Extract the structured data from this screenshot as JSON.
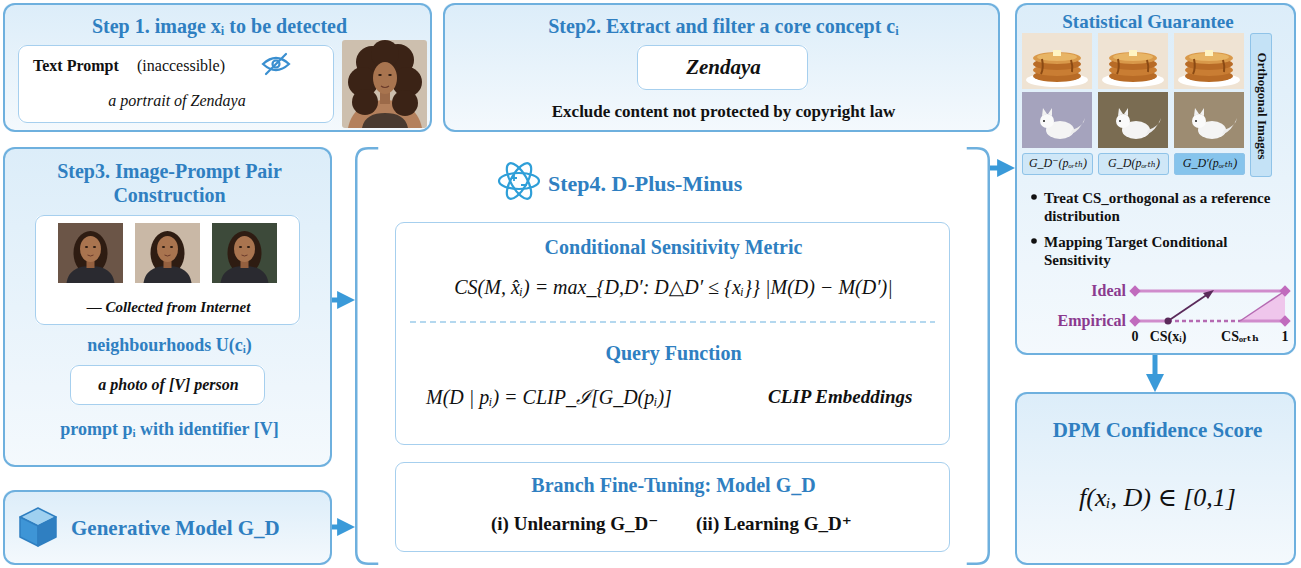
{
  "diagram": {
    "nodes": [
      {
        "text": [
          "Step 1. image xᵢ to be detected"
        ]
      },
      {
        "text": [
          "Text Prompt",
          "(inaccessible)",
          "a portrait of Zendaya"
        ],
        "in": 0
      },
      {
        "text": [
          "Step2. Extract and filter a core concept cᵢ",
          "Exclude content not protected by copyright law"
        ]
      },
      {
        "text": [
          "Zendaya"
        ],
        "in": 2
      },
      {
        "text": [
          "Statistical Guarantee",
          "Treat CS_orthogonal as a reference distribution",
          "Mapping Target Conditional Sensitivity"
        ]
      },
      {
        "text": [
          "Orthogonal Images"
        ],
        "in": 4
      },
      {
        "text": [
          "G_D⁻(pₒᵣₜₕ)"
        ],
        "in": 4
      },
      {
        "text": [
          "G_D(pₒᵣₜₕ)"
        ],
        "in": 4
      },
      {
        "text": [
          "G_D′(pₒᵣₜₕ)"
        ],
        "in": 4
      },
      {
        "text": [
          "Step3. Image-Prompt Pair Construction",
          "neighbourhoods U(cᵢ)",
          "prompt pᵢ with identifier [V]"
        ]
      },
      {
        "text": [
          "— Collected from Internet"
        ],
        "in": 9
      },
      {
        "text": [
          "a photo of [V] person"
        ],
        "in": 9
      },
      {
        "text": [
          "Step4. D-Plus-Minus"
        ]
      },
      {
        "text": [
          "Conditional Sensitivity Metric",
          "CS(M, x̂ᵢ) = max_{D,D′: D△D′ ≤ {xᵢ}} |M(D) − M(D′)|",
          "Query Function",
          "M(D | pᵢ) = CLIP_ℐ[G_D(pᵢ)]",
          "CLIP Embeddings"
        ],
        "in": 12
      },
      {
        "text": [
          "Branch Fine-Tuning: Model G_D",
          "(i) Unlearning G_D⁻",
          "(ii) Learning G_D⁺"
        ],
        "in": 12
      },
      {
        "text": [
          "Generative Model G_D"
        ]
      },
      {
        "text": [
          "DPM Confidence Score",
          "f(xᵢ, D) ∈ [0,1]"
        ]
      }
    ],
    "edges": [
      {
        "from": 9,
        "to": 12,
        "arrow": "to"
      },
      {
        "from": 15,
        "to": 12,
        "arrow": "to"
      },
      {
        "from": 12,
        "to": 4,
        "arrow": "to"
      },
      {
        "from": 4,
        "to": 16,
        "arrow": "to"
      }
    ],
    "labels": [
      "Ideal",
      "Empirical",
      "0",
      "CS(xᵢ)",
      "CSₒᵣₜₕ",
      "1"
    ]
  }
}
